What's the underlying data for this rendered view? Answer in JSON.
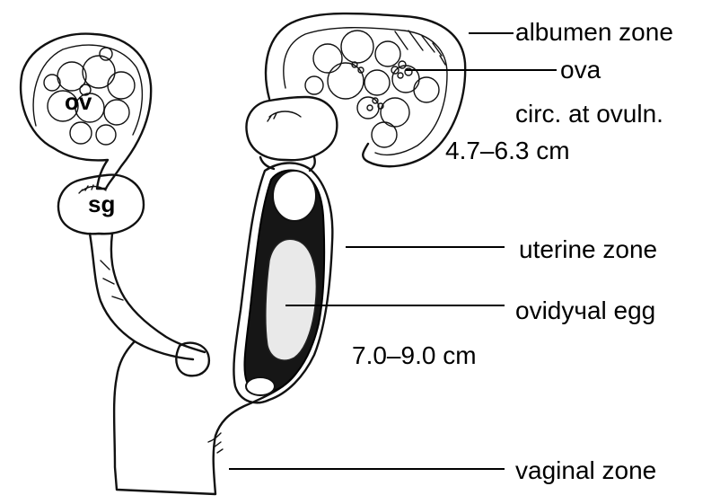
{
  "labels": {
    "albumen_zone": "albumen zone",
    "ova": "ova",
    "circ_at_ovuln": "circ. at ovuln.",
    "circ_range": "4.7–6.3 cm",
    "uterine_zone": "uterine zone",
    "oviducal_egg": "ovidучal egg",
    "egg_range": "7.0–9.0 cm",
    "vaginal_zone": "vaginal zone",
    "ov": "ov",
    "sg": "sg"
  }
}
